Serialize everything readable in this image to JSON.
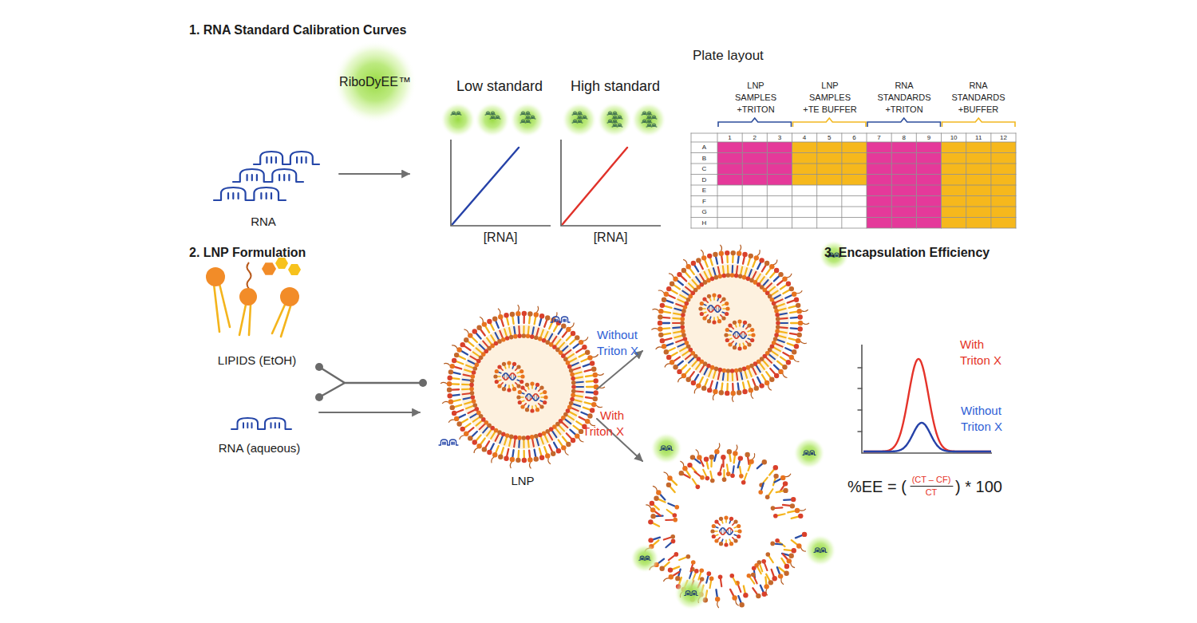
{
  "diagram": {
    "nodes": [
      {
        "text": [
          "RiboDyEE™"
        ]
      },
      {
        "text": [
          "LNP"
        ]
      }
    ],
    "labels": [
      "1. RNA Standard Calibration Curves",
      "Plate layout",
      "Low standard",
      "High standard",
      "LNP SAMPLES +TRITON",
      "LNP SAMPLES +TE BUFFER",
      "RNA STANDARDS +TRITON",
      "RNA STANDARDS +BUFFER",
      "1",
      "2",
      "3",
      "4",
      "5",
      "6",
      "7",
      "8",
      "9",
      "10",
      "11",
      "12",
      "A",
      "B",
      "C",
      "D",
      "E",
      "F",
      "G",
      "H",
      "RNA",
      "[RNA]",
      "[RNA]",
      "2. LNP Formulation",
      "3. Encapsulation Efficiency",
      "Without Triton X",
      "With Triton X",
      "With Triton X",
      "Without Triton X",
      "LIPIDS (EtOH)",
      "RNA (aqueous)",
      "%EE = (",
      "(CT – CF)",
      "CT",
      ") * 100"
    ]
  }
}
